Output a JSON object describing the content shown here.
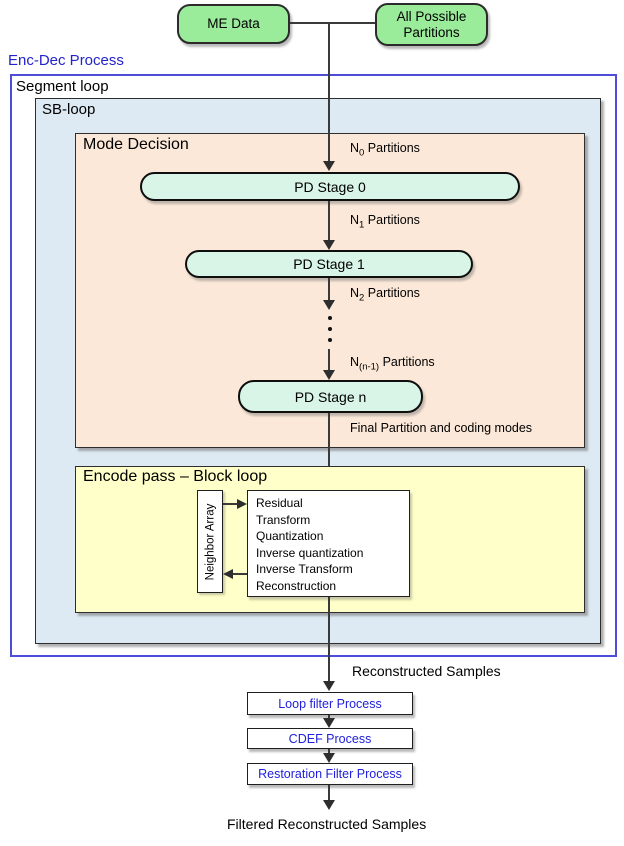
{
  "title": "Enc-Dec Process",
  "inputs": {
    "me_data": "ME Data",
    "all_partitions": "All Possible Partitions"
  },
  "segment_loop": "Segment loop",
  "sb_loop": "SB-loop",
  "mode_decision": {
    "title": "Mode Decision",
    "stage0": "PD Stage 0",
    "stage1": "PD Stage 1",
    "stageN": "PD Stage n",
    "partitions": [
      {
        "base": "N",
        "sub": "0",
        "rest": " Partitions"
      },
      {
        "base": "N",
        "sub": "1",
        "rest": " Partitions"
      },
      {
        "base": "N",
        "sub": "2",
        "rest": " Partitions"
      },
      {
        "base": "N",
        "sub": "(n-1)",
        "rest": " Partitions"
      }
    ],
    "final_label": "Final Partition and coding modes"
  },
  "encode_pass": {
    "title": "Encode pass – Block loop",
    "neighbor_array": "Neighbor Array",
    "steps": [
      "Residual",
      "Transform",
      "Quantization",
      "Inverse quantization",
      "Inverse Transform",
      "Reconstruction"
    ]
  },
  "post": {
    "reconstructed": "Reconstructed Samples",
    "loop_filter": "Loop filter Process",
    "cdef": "CDEF Process",
    "restoration": "Restoration Filter Process",
    "filtered": "Filtered Reconstructed Samples"
  },
  "colors": {
    "input_green": "#9AEC9A",
    "stage_mint": "#D9F5E7",
    "sb_loop_blue": "#DEEAF3",
    "mode_decision_peach": "#FBE8D8",
    "encode_pass_yellow": "#FFFFC9",
    "frame_blue": "#4D4DD8",
    "title_blue": "#2323CC",
    "filter_text_blue": "#2020DD",
    "line_gray": "#3a3a3a"
  }
}
